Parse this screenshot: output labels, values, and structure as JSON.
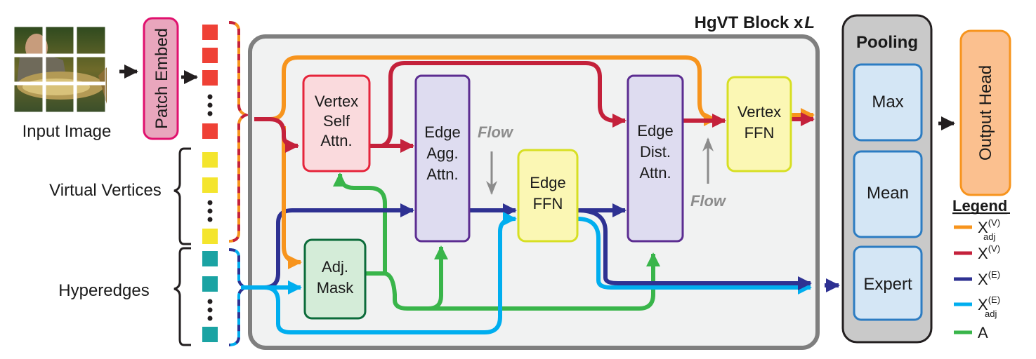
{
  "input": {
    "label": "Input Image"
  },
  "patch_embed": {
    "label": "Patch Embed"
  },
  "groups": {
    "virtual": "Virtual Vertices",
    "hyperedges": "Hyperedges"
  },
  "block": {
    "title": "HgVT Block x",
    "title_var": "L"
  },
  "modules": {
    "vertex_self_attn": [
      "Vertex",
      "Self",
      "Attn."
    ],
    "edge_agg_attn": [
      "Edge",
      "Agg.",
      "Attn."
    ],
    "edge_ffn": [
      "Edge",
      "FFN"
    ],
    "edge_dist_attn": [
      "Edge",
      "Dist.",
      "Attn."
    ],
    "vertex_ffn": [
      "Vertex",
      "FFN"
    ],
    "adj_mask": [
      "Adj.",
      "Mask"
    ]
  },
  "flow_label": "Flow",
  "pooling": {
    "title": "Pooling",
    "items": [
      "Max",
      "Mean",
      "Expert"
    ]
  },
  "output_head": {
    "label": "Output Head"
  },
  "legend": {
    "title": "Legend",
    "items": [
      {
        "base": "X",
        "sup": "(V)",
        "sub": "adj",
        "color": "#f7941d"
      },
      {
        "base": "X",
        "sup": "(V)",
        "sub": "",
        "color": "#c4213b"
      },
      {
        "base": "X",
        "sup": "(E)",
        "sub": "",
        "color": "#2e3192"
      },
      {
        "base": "X",
        "sup": "(E)",
        "sub": "adj",
        "color": "#00aeef"
      },
      {
        "base": "A",
        "sup": "",
        "sub": "",
        "color": "#39b54a"
      }
    ]
  },
  "colors": {
    "orange": "#f7941d",
    "red": "#c4213b",
    "navy": "#2e3192",
    "cyan": "#00aeef",
    "green": "#39b54a",
    "vertex_token": "#ef4136",
    "virtual_token": "#f4e52d",
    "edge_token": "#1aa3a3",
    "patch_embed_fill": "#e9a6bd",
    "patch_embed_border": "#e0116e",
    "output_head_fill": "#fbc08f",
    "output_head_border": "#f7941d",
    "pool_fill": "#c9c9c9",
    "pool_item_fill": "#d4e6f5",
    "pool_item_border": "#2c7cc2"
  }
}
